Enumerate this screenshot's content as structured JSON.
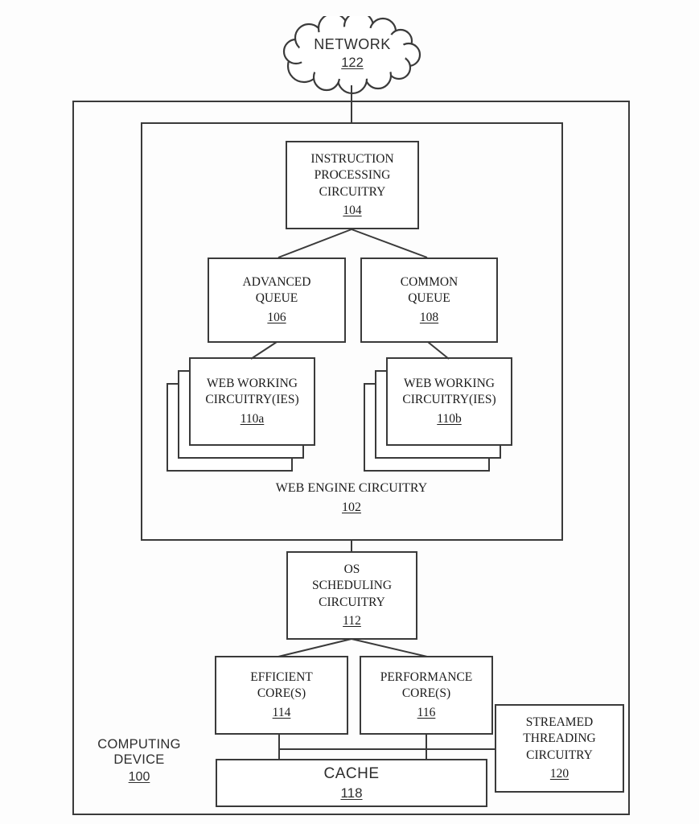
{
  "figure": {
    "type": "patent-block-diagram",
    "colors": {
      "line": "#3a3a3a",
      "text": "#1c1c1c",
      "background": "#ffffff"
    }
  },
  "nodes": {
    "network": {
      "label": "NETWORK",
      "ref": "122"
    },
    "computing_device": {
      "label": "COMPUTING DEVICE",
      "ref": "100"
    },
    "web_engine": {
      "label": "WEB ENGINE CIRCUITRY",
      "ref": "102"
    },
    "instruction_processing": {
      "label": "INSTRUCTION PROCESSING CIRCUITRY",
      "ref": "104"
    },
    "advanced_queue": {
      "label": "ADVANCED QUEUE",
      "ref": "106"
    },
    "common_queue": {
      "label": "COMMON QUEUE",
      "ref": "108"
    },
    "web_working_a": {
      "label": "WEB WORKING CIRCUITRY(IES)",
      "ref": "110a"
    },
    "web_working_b": {
      "label": "WEB WORKING CIRCUITRY(IES)",
      "ref": "110b"
    },
    "os_scheduling": {
      "label": "OS SCHEDULING CIRCUITRY",
      "ref": "112"
    },
    "efficient_cores": {
      "label": "EFFICIENT CORE(S)",
      "ref": "114"
    },
    "performance_cores": {
      "label": "PERFORMANCE CORE(S)",
      "ref": "116"
    },
    "cache": {
      "label": "CACHE",
      "ref": "118"
    },
    "streamed_threading": {
      "label": "STREAMED THREADING CIRCUITRY",
      "ref": "120"
    }
  }
}
